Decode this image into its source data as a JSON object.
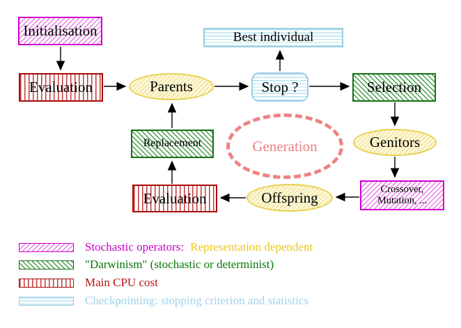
{
  "diagram": {
    "nodes": {
      "initialisation": {
        "label": "Initialisation"
      },
      "evaluation_top": {
        "label": "Evaluation"
      },
      "parents": {
        "label": "Parents"
      },
      "best_individual": {
        "label": "Best individual"
      },
      "stop": {
        "label": "Stop ?"
      },
      "selection": {
        "label": "Selection"
      },
      "replacement": {
        "label": "Replacement"
      },
      "generation": {
        "label": "Generation"
      },
      "genitors": {
        "label": "Genitors"
      },
      "evaluation_bottom": {
        "label": "Evaluation"
      },
      "offspring": {
        "label": "Offspring"
      },
      "crossover": {
        "line1": "Crossover,",
        "line2": "Mutation, ..."
      }
    }
  },
  "legend": {
    "rows": [
      {
        "style": "stochastic-operators",
        "text": "Stochastic operators:",
        "text2": "Representation dependent",
        "color": "#cc00cc",
        "color2": "#e9c81f"
      },
      {
        "style": "darwinism",
        "text": "\"Darwinism\" (stochastic or determinist)",
        "color": "#0a780a"
      },
      {
        "style": "main-cpu-cost",
        "text": "Main CPU cost",
        "color": "#b51414"
      },
      {
        "style": "checkpointing",
        "text": "Checkpointing: stopping criterion and statistics",
        "color": "#9ed3ec"
      }
    ]
  },
  "palette": {
    "magenta_border": "#cf00cf",
    "magenta_hatch": "#e87de8",
    "green_border": "#157015",
    "green_hatch": "#469b46",
    "red_border": "#a90b0b",
    "red_stripe": "#c23b3b",
    "cyan_border": "#9ccfe2",
    "cyan_stripe": "#b5e0ef",
    "yellow_border": "#e7d04c",
    "yellow_fill": "#fdf8d8",
    "generation_dash": "#ef8181",
    "background": "#ffffff"
  }
}
